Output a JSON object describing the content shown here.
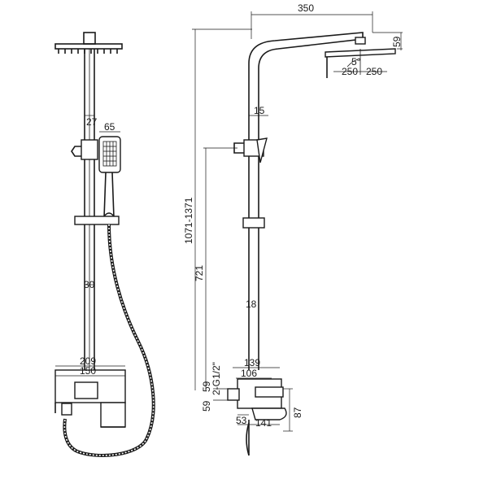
{
  "front_view": {
    "dim_bar_top": "27",
    "dim_handshower_width": "65",
    "dim_bar_lower": "30",
    "dim_mixer_outer": "209",
    "dim_mixer_inner": "150"
  },
  "side_view": {
    "dim_arm_length": "350",
    "dim_head_drop": "59",
    "dim_head_tilt": "5°",
    "dim_head_left": "250",
    "dim_head_right": "250",
    "dim_riser_tube": "15",
    "dim_total_height": "1071-1371",
    "dim_handshower_height": "721",
    "dim_lower_tube": "18",
    "dim_mixer_width": "139",
    "dim_mixer_body": "106",
    "dim_inlet_a": "59",
    "dim_inlet_b": "59",
    "dim_thread": "2-G1/2\"",
    "dim_spout_height": "87",
    "dim_spout_short": "53",
    "dim_spout_long": "141"
  }
}
